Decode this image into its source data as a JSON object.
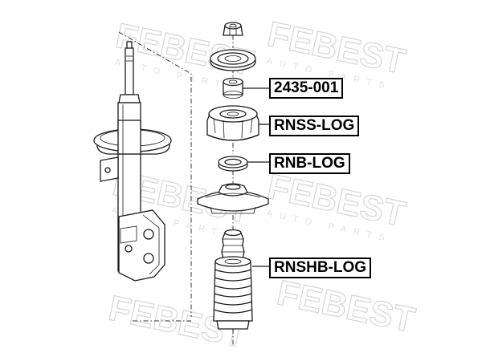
{
  "watermark": {
    "brand": "FEBEST",
    "sub": "AUTO PARTS"
  },
  "parts": [
    {
      "id": "nut",
      "code": ""
    },
    {
      "id": "washer",
      "code": ""
    },
    {
      "id": "bushing",
      "code": "2435-001"
    },
    {
      "id": "strut-mount",
      "code": "RNSS-LOG"
    },
    {
      "id": "bearing",
      "code": "RNB-LOG"
    },
    {
      "id": "spring-seat",
      "code": ""
    },
    {
      "id": "boot-kit",
      "code": "RNSHB-LOG"
    }
  ],
  "colors": {
    "line": "#1a1a1a",
    "watermark": "#d6d6d6",
    "label_border": "#000000"
  }
}
